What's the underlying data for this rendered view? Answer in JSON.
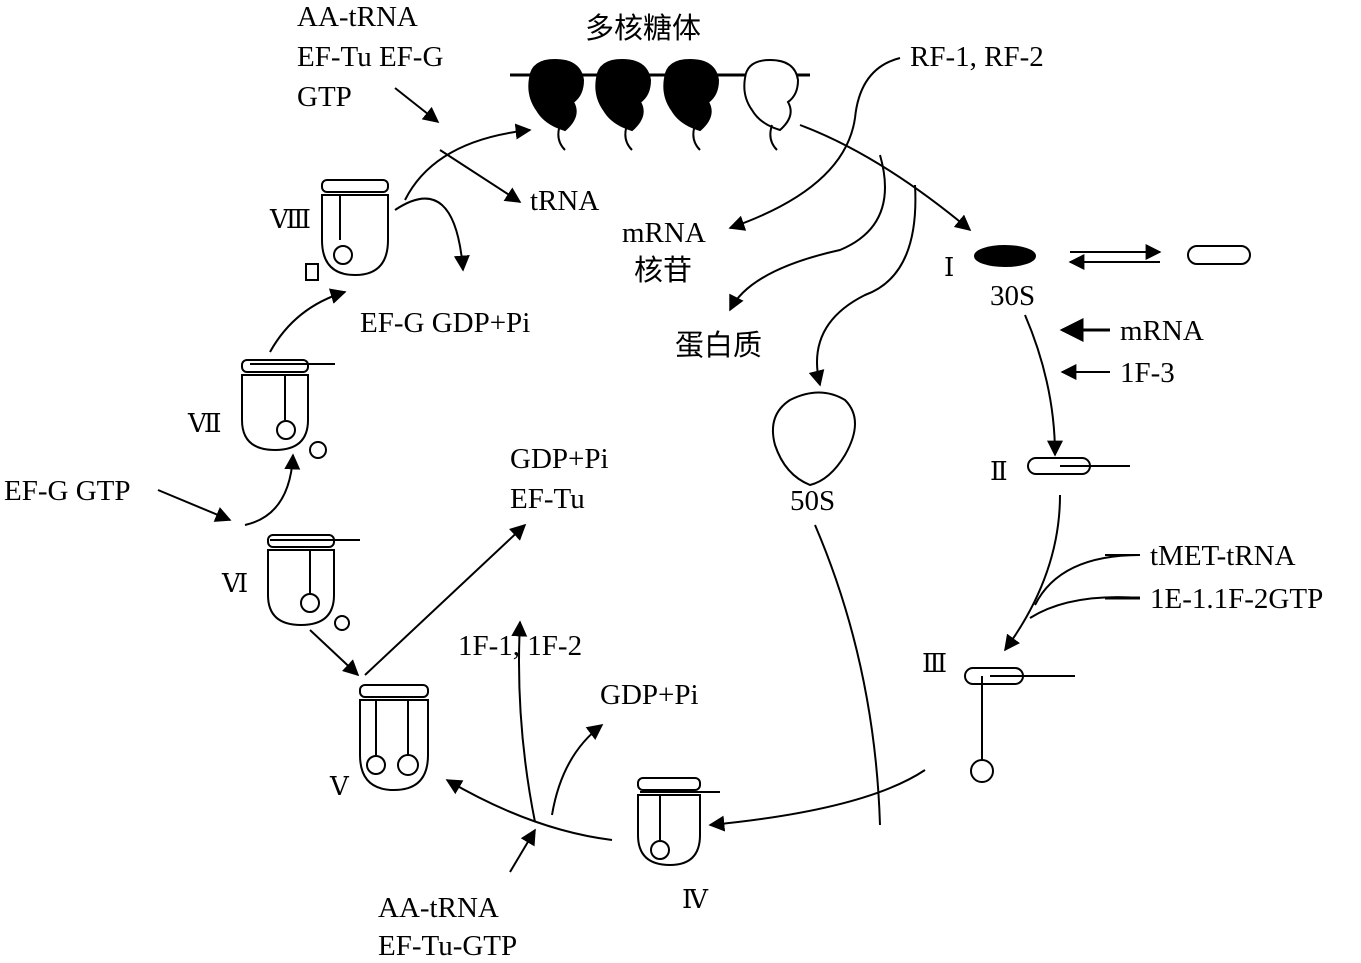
{
  "title": "多核糖体",
  "stages": {
    "I": "Ⅰ",
    "II": "Ⅱ",
    "III": "Ⅲ",
    "IV": "Ⅳ",
    "V": "Ⅴ",
    "VI": "Ⅵ",
    "VII": "Ⅶ",
    "VIII": "Ⅷ"
  },
  "labels": {
    "aa_trna_top_1": "AA-tRNA",
    "aa_trna_top_2": "EF-Tu EF-G",
    "aa_trna_top_3": "GTP",
    "rf": "RF-1, RF-2",
    "trna": "tRNA",
    "mrna_release_1": "mRNA",
    "mrna_release_2": "核苷",
    "protein": "蛋白质",
    "s30": "30S",
    "mrna": "mRNA",
    "if3": "1F-3",
    "s50": "50S",
    "tmet": "tMET-tRNA",
    "ie": "1E-1.1F-2GTP",
    "efg_gdp": "EF-G GDP+Pi",
    "gdp_eftu_1": "GDP+Pi",
    "gdp_eftu_2": "EF-Tu",
    "efg_gtp": "EF-G GTP",
    "if12": "1F-1, 1F-2",
    "gdp_pi": "GDP+Pi",
    "aa_trna_bottom_1": "AA-tRNA",
    "aa_trna_bottom_2": "EF-Tu-GTP"
  }
}
